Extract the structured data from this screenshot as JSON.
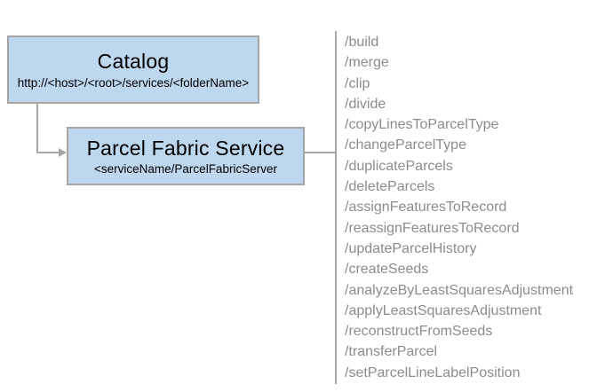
{
  "diagram": {
    "catalog_box": {
      "title": "Catalog",
      "subtitle": "http://<host>/<root>/services/<folderName>"
    },
    "service_box": {
      "title": "Parcel Fabric Service",
      "subtitle": "<serviceName/ParcelFabricServer"
    },
    "operations": [
      "/build",
      "/merge",
      "/clip",
      "/divide",
      "/copyLinesToParcelType",
      "/changeParcelType",
      "/duplicateParcels",
      "/deleteParcels",
      "/assignFeaturesToRecord",
      "/reassignFeaturesToRecord",
      "/updateParcelHistory",
      "/createSeeds",
      "/analyzeByLeastSquaresAdjustment",
      "/applyLeastSquaresAdjustment",
      "/reconstructFromSeeds",
      "/transferParcel",
      "/setParcelLineLabelPosition"
    ],
    "colors": {
      "box_fill": "#bdd7ee",
      "box_border": "#a6a6a6",
      "connector": "#a6a6a6",
      "operation_text": "#8c8c8c"
    }
  }
}
